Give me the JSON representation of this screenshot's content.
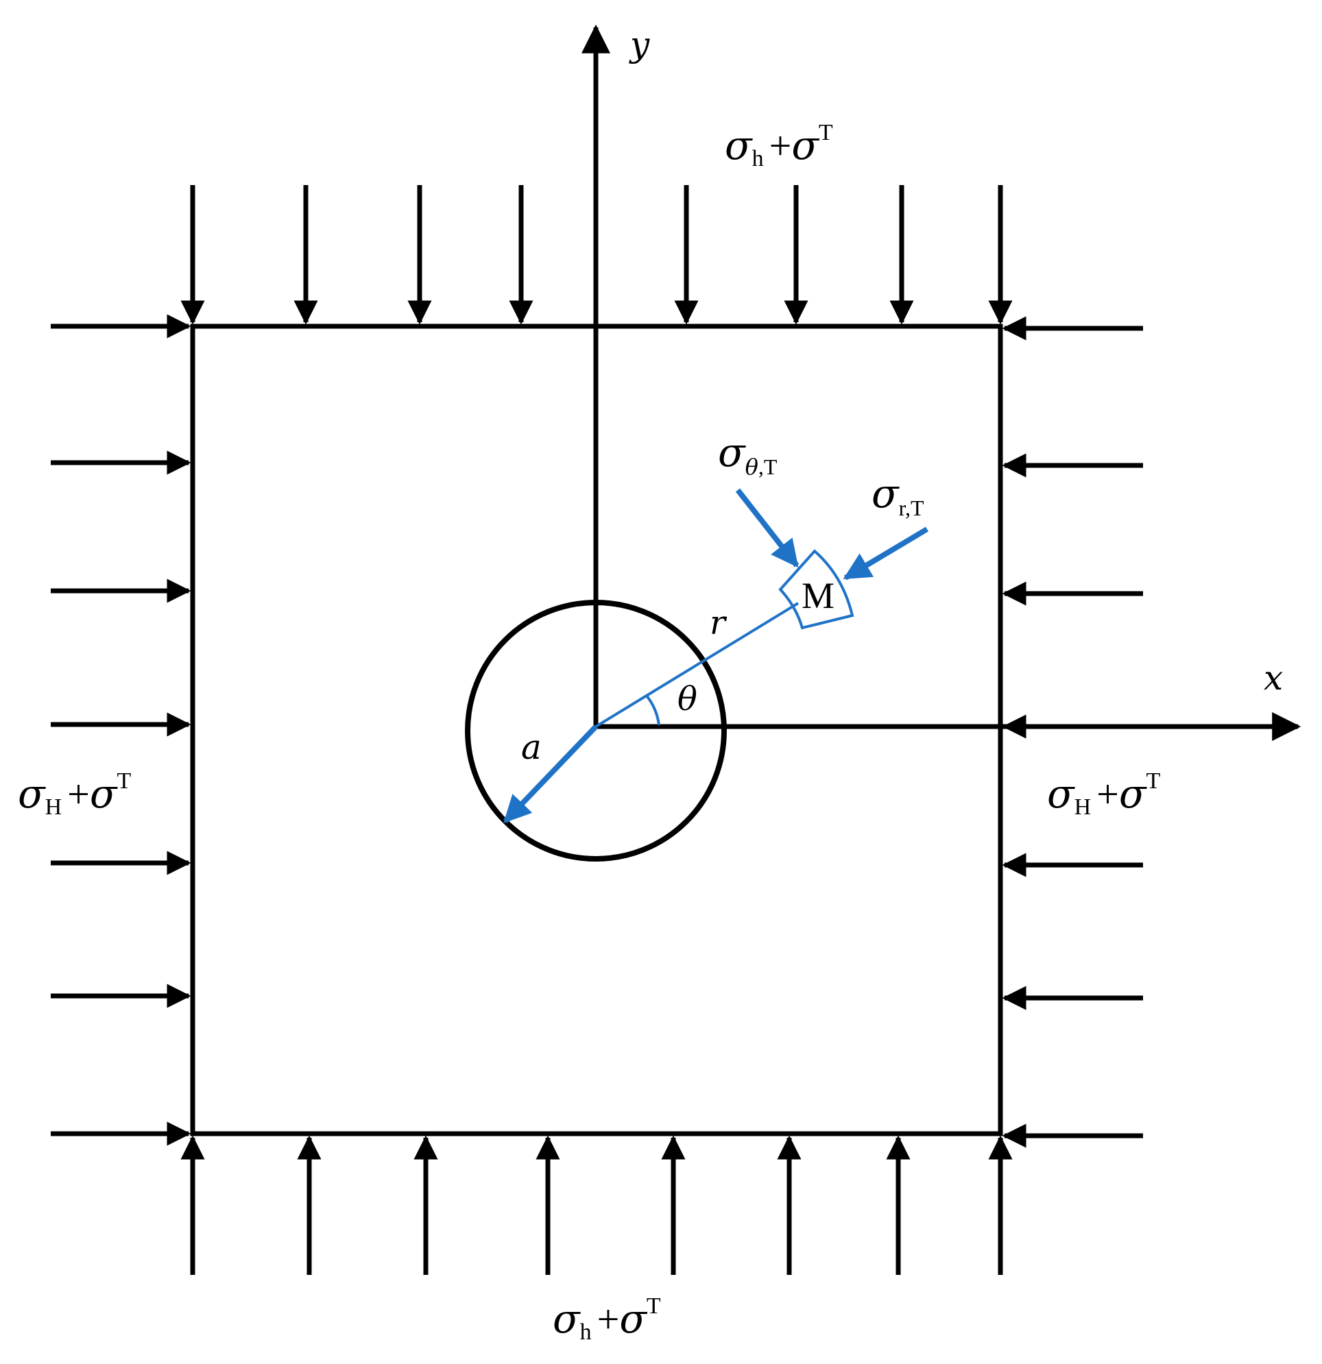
{
  "axes": {
    "x_label": "x",
    "y_label": "y"
  },
  "loads": {
    "top": {
      "sigma": "σ",
      "sub": "h",
      "plus": "+",
      "sigma2": "σ",
      "sup": "T"
    },
    "bottom": {
      "sigma": "σ",
      "sub": "h",
      "plus": "+",
      "sigma2": "σ",
      "sup": "T"
    },
    "left": {
      "sigma": "σ",
      "sub": "H",
      "plus": "+",
      "sigma2": "σ",
      "sup": "T"
    },
    "right": {
      "sigma": "σ",
      "sub": "H",
      "plus": "+",
      "sigma2": "σ",
      "sup": "T"
    }
  },
  "element": {
    "point_label": "M",
    "radius_label": "r",
    "angle_label": "θ",
    "hole_radius_label": "a",
    "hoop_stress": {
      "sigma": "σ",
      "sub_italic": "θ",
      "sub_rest": ",T"
    },
    "radial_stress": {
      "sigma": "σ",
      "sub": "r,T"
    }
  },
  "colors": {
    "line": "#000000",
    "accent": "#1f73c7"
  }
}
